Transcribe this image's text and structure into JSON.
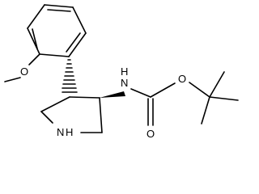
{
  "structure": {
    "atoms": {
      "methoxy_o": "O",
      "amine_n": "N",
      "amine_h": "H",
      "ring_n": "N",
      "ring_h": "H",
      "carbonyl_o": "O",
      "ester_o": "O"
    }
  },
  "colors": {
    "line": "#000000",
    "background": "#ffffff"
  }
}
